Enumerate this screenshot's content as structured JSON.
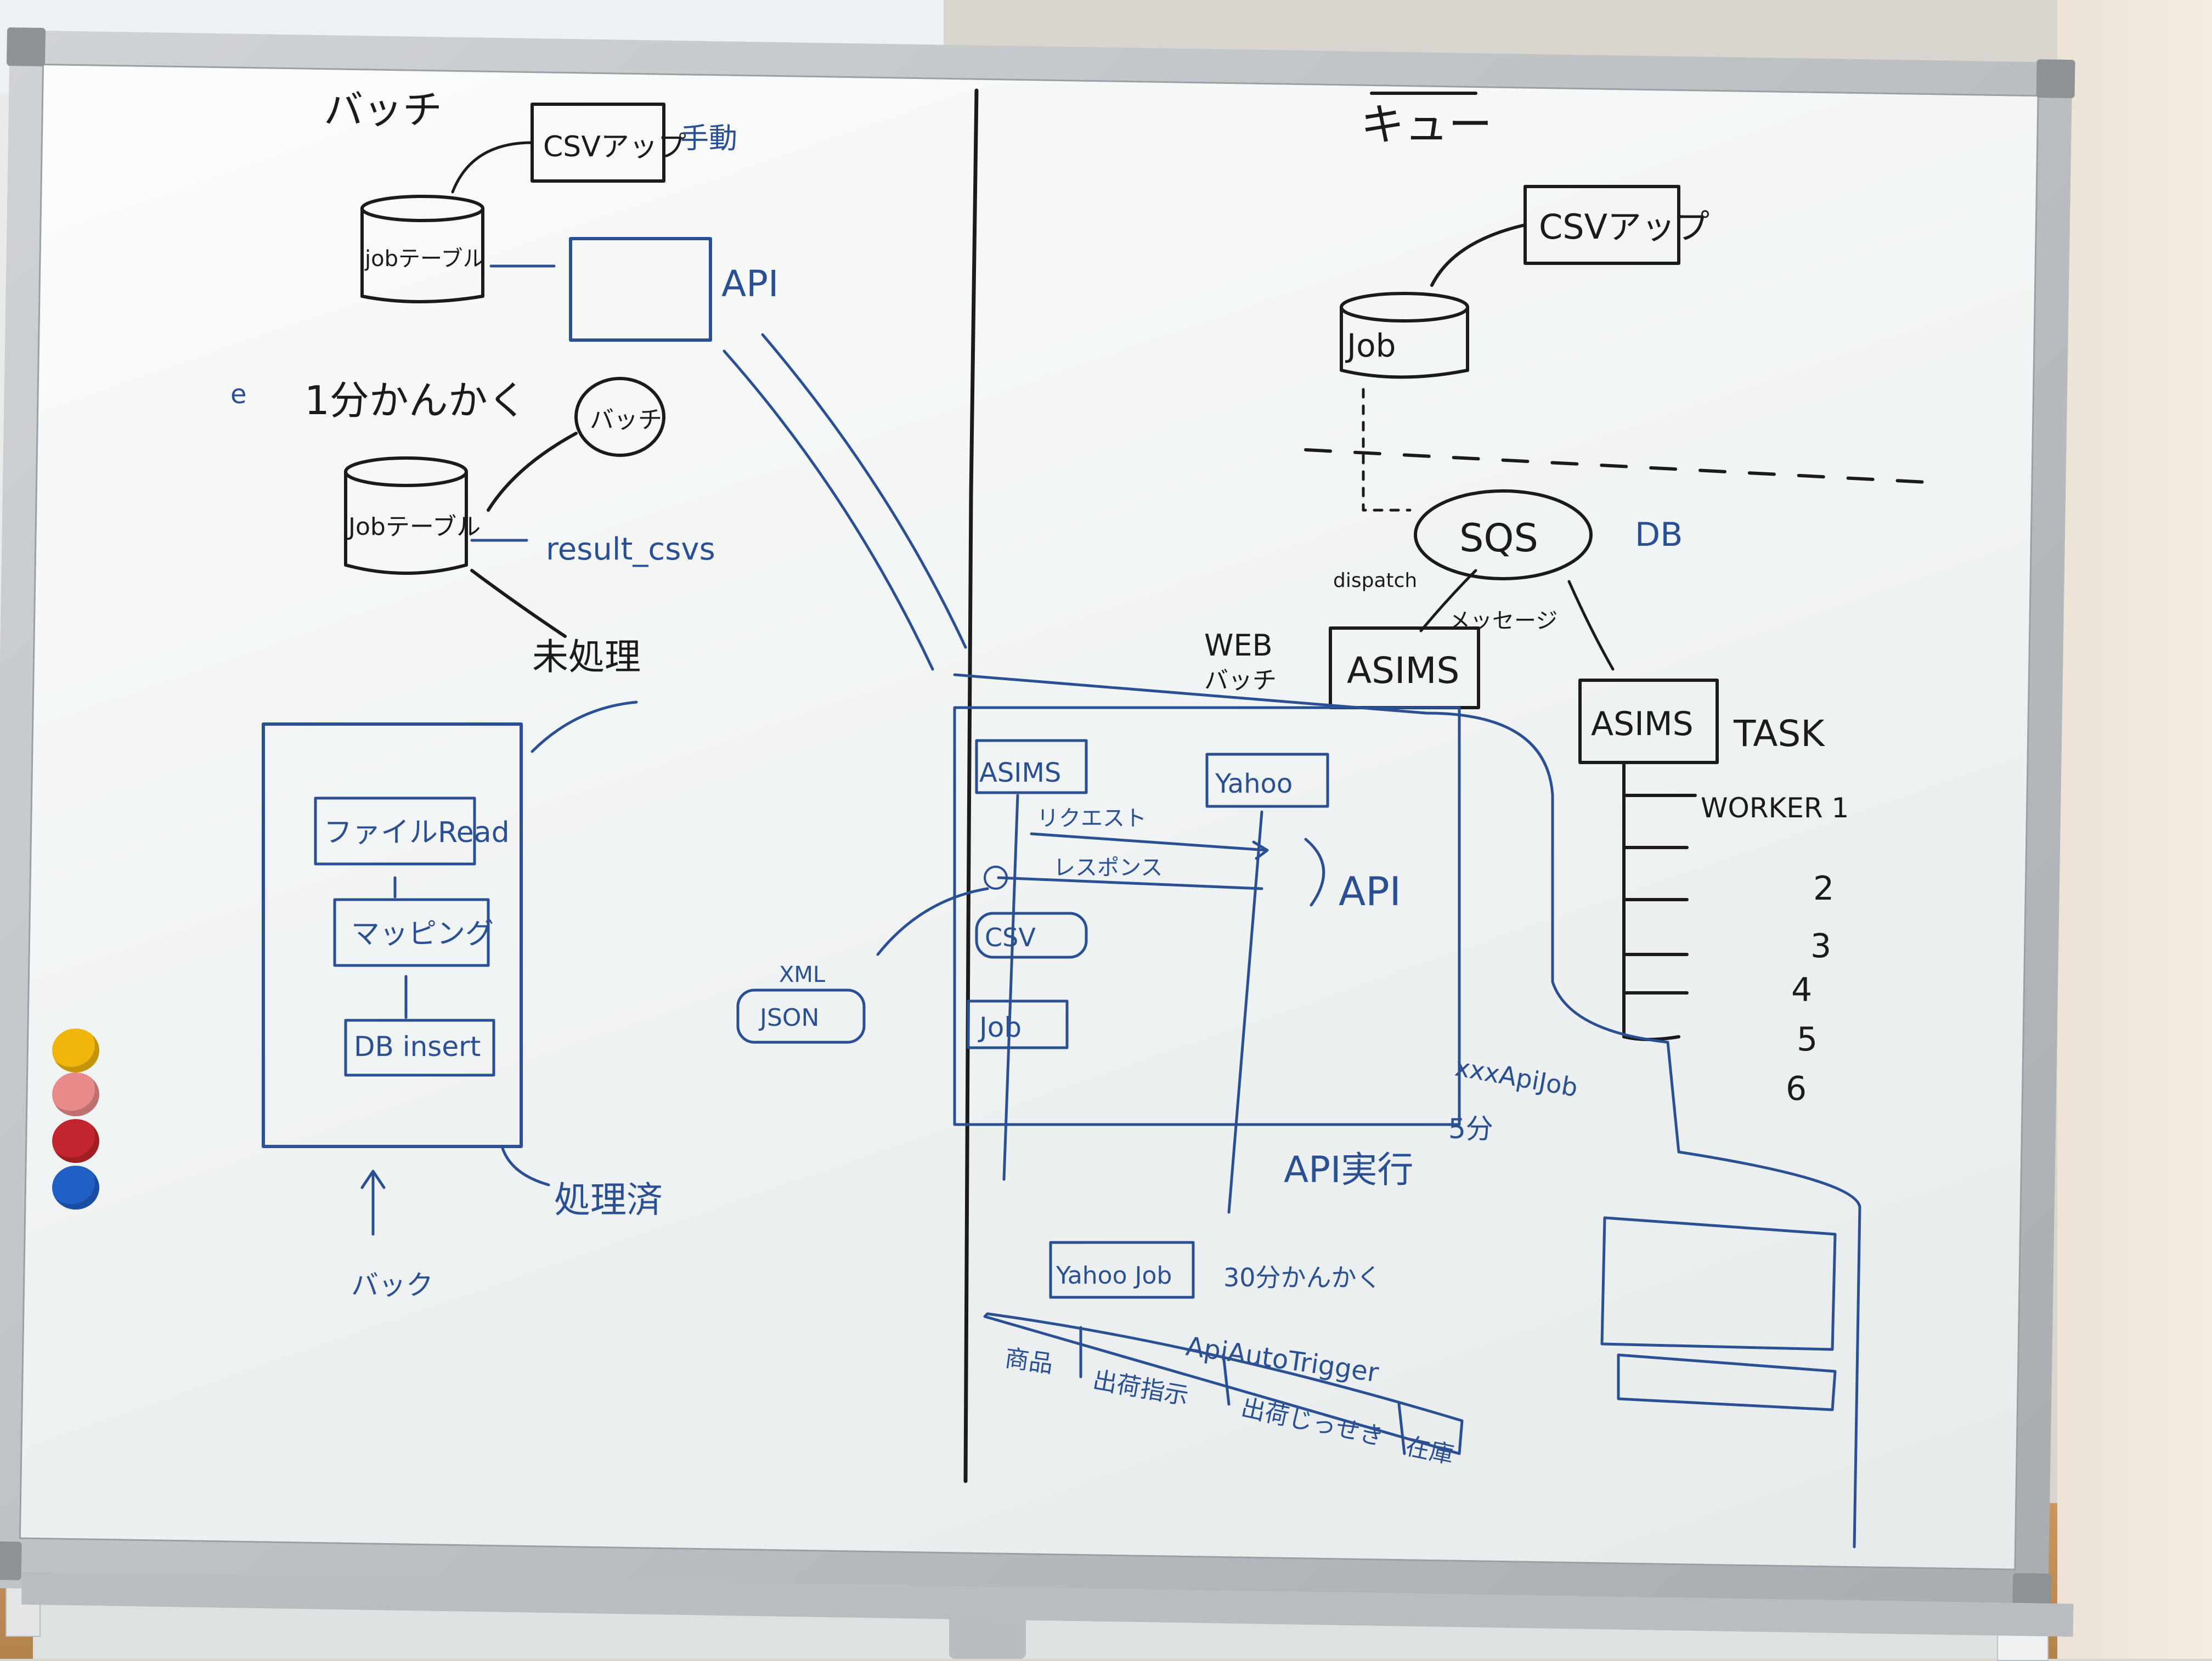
{
  "board": {
    "left": {
      "title": "バッチ",
      "csv_app": "CSVアップ",
      "manual": "手動",
      "job_table": "jobテーブル",
      "api": "API",
      "interval_marker": "e",
      "interval": "1分かんかく",
      "batch_circle": "バッチ",
      "job_table_2": "Jobテーブル",
      "result_csvs": "result_csvs",
      "processing": "未処理",
      "steps": [
        "ファイルRead",
        "マッピング",
        "DB insert"
      ],
      "processed": "処理済",
      "back": "バック",
      "xml": "XML",
      "json": "JSON"
    },
    "right": {
      "title": "キュー",
      "csv_app": "CSVアップ",
      "job": "Job",
      "sqs": "SQS",
      "db": "DB",
      "dispatch": "dispatch",
      "message": "メッセージ",
      "web_batch_1": "WEB",
      "web_batch_2": "バッチ",
      "asims_web": "ASIMS",
      "asims_task": "ASIMS",
      "task": "TASK",
      "workers": [
        "WORKER 1",
        "2",
        "3",
        "4",
        "5",
        "6"
      ],
      "seq_asims": "ASIMS",
      "seq_yahoo": "Yahoo",
      "seq_request": "リクエスト",
      "seq_response": "レスポンス",
      "seq_csv": "CSV",
      "seq_job": "Job",
      "api": "API",
      "xxx_api_job": "xxxApiJob",
      "five_min": "5分",
      "api_exec": "API実行",
      "yahoo_job": "Yahoo Job",
      "thirty_min": "30分かんかく",
      "auto_trigger": "ApiAutoTrigger",
      "table_cells": [
        "商品",
        "出荷指示",
        "出荷じっせき",
        "在庫"
      ]
    }
  },
  "magnets": [
    "#f0b50a",
    "#e8898a",
    "#c3262e",
    "#1f5fc6"
  ]
}
